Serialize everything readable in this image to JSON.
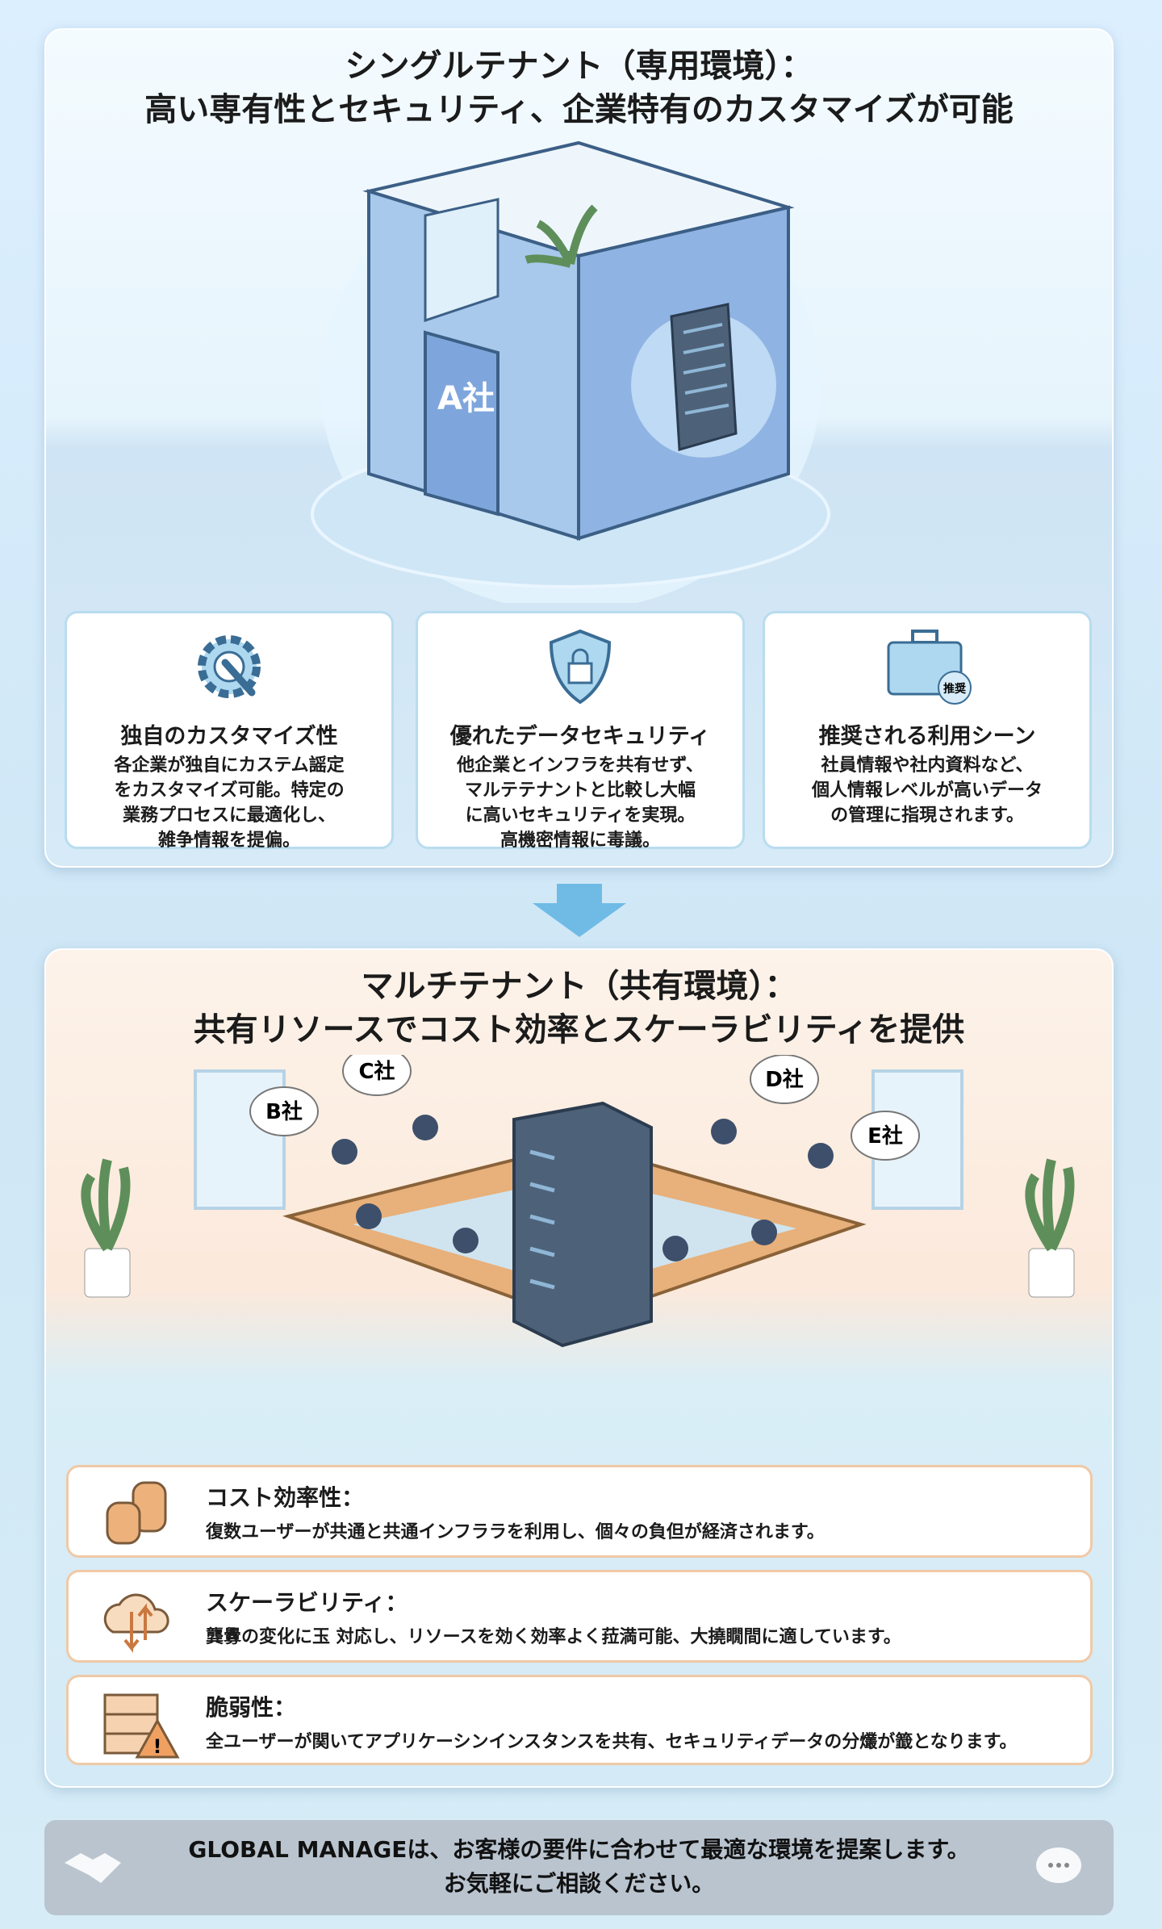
{
  "single": {
    "title1": "シングルテナント（専用環境）：",
    "title2": "高い専有性とセキュリティ、企業特有のカスタマイズが可能",
    "door_label": "A社",
    "cards": [
      {
        "icon": "gear-wrench-icon",
        "title": "独自のカスタマイズ性",
        "lines": [
          "各企業が独自にカステム謡定",
          "をカスタマイズ可能。特定の",
          "業務プロセスに最適化し、",
          "雑争情報を提偏。"
        ]
      },
      {
        "icon": "shield-lock-icon",
        "title": "優れたデータセキュリティ",
        "lines": [
          "他企業とインフラを共有せず、",
          "マルテテナントと比較し大幅",
          "に高いセキュリティを実現。",
          "高機密情報に毒議。"
        ]
      },
      {
        "icon": "briefcase-icon",
        "badge": "推奨",
        "title": "推奨される利用シーン",
        "lines": [
          "社員情報や社内資料など、",
          "個人情報レベルが高いデータ",
          "の管理に指現されます。"
        ]
      }
    ]
  },
  "multi": {
    "title1": "マルチテナント（共有環境）：",
    "title2": "共有リソースでコスト効率とスケーラビリティを提供",
    "bubbles": [
      "B社",
      "C社",
      "D社",
      "E社"
    ],
    "rows": [
      {
        "icon": "coins-icon",
        "title": "コスト効率性：",
        "text": "復数ユーザーが共通と共通インフララを利用し、個々の負但が経済されます。"
      },
      {
        "icon": "cloud-updown-icon",
        "title": "スケーラビリティ：",
        "text": "龔釁の変化に玉 対応し、リソースを効く効率よく菈満可能、大撓瞯間に適しています。"
      },
      {
        "icon": "server-warning-icon",
        "title": "脆弱性：",
        "text": "全ユーザーが関いてアプリケーシンインスタンスを共有、セキュリティデータの分爜が籖となります。"
      }
    ]
  },
  "footer": {
    "line1": "GLOBAL MANAGEは、お客様の要件に合わせて最適な環境を提案します。",
    "line2": "お気軽にご相談ください。"
  },
  "colors": {
    "blue": "#5aaee0",
    "orange": "#e9a46b"
  }
}
